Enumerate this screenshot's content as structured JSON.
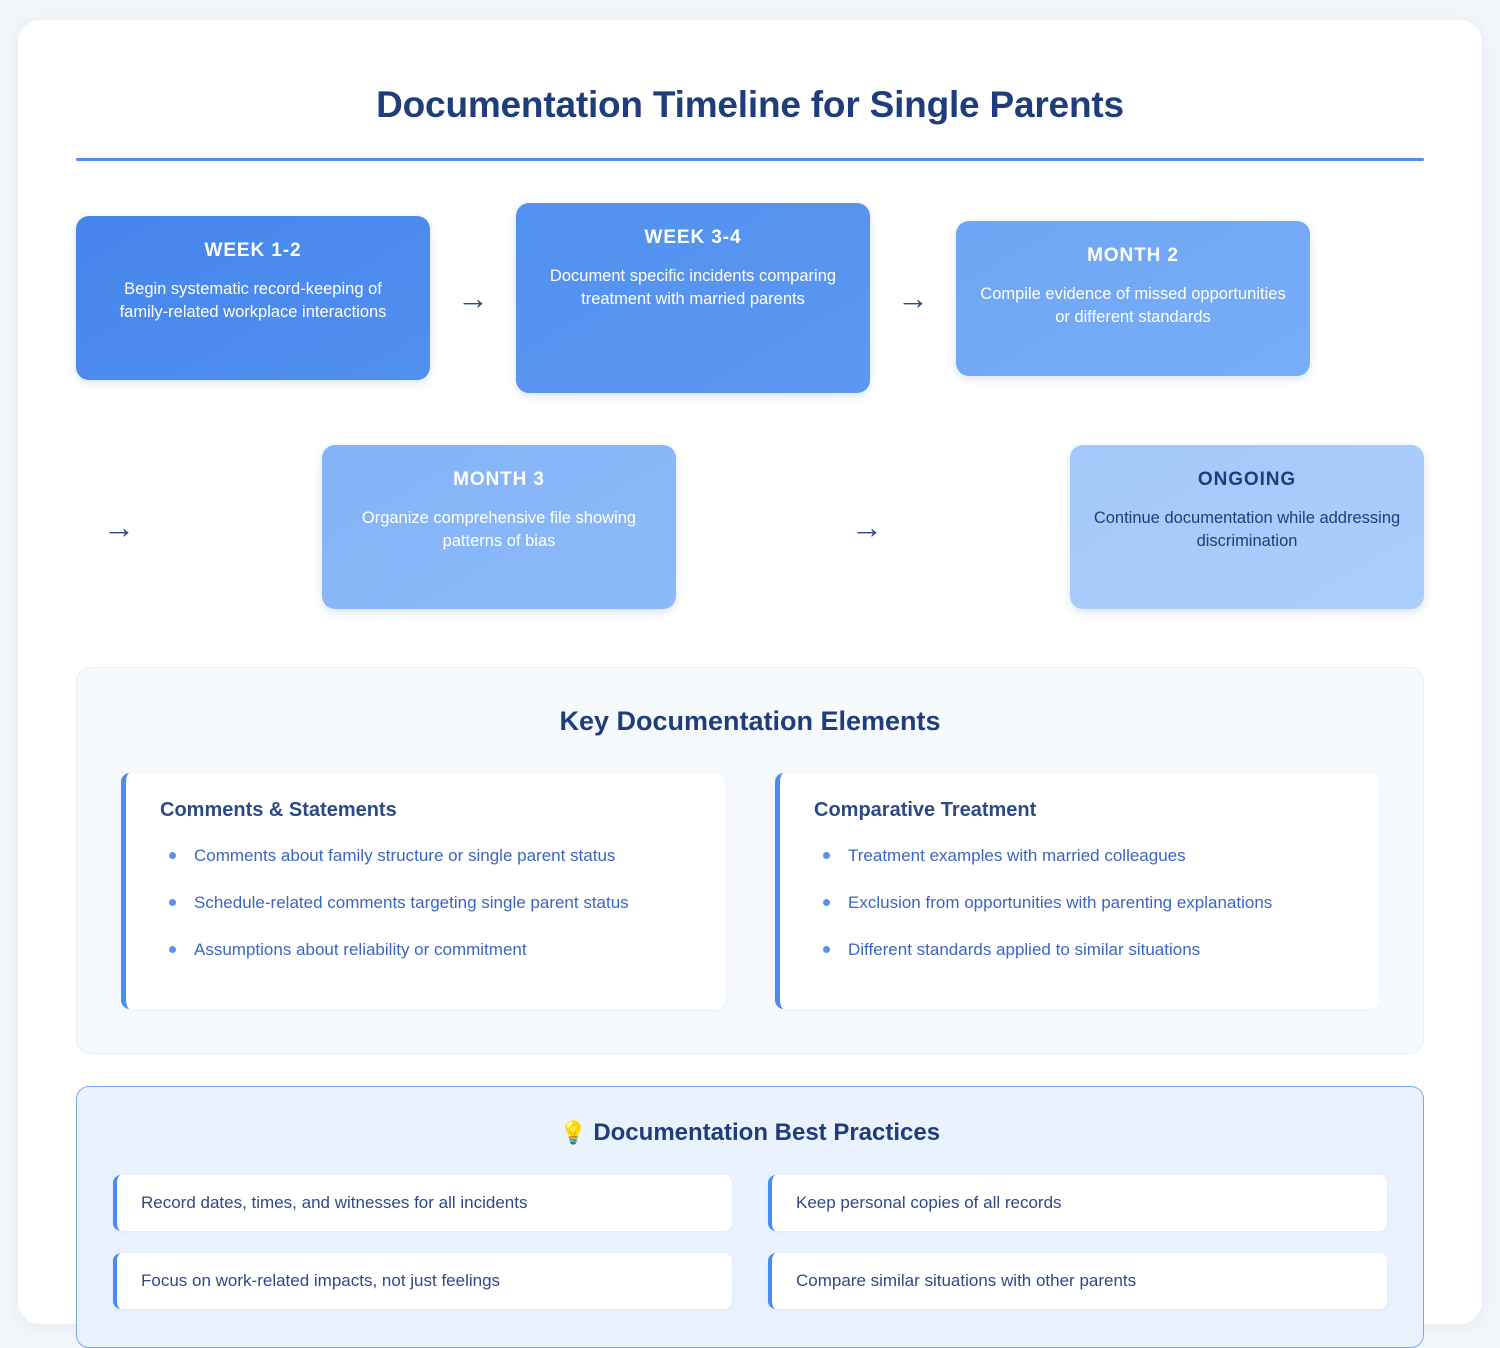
{
  "page": {
    "title": "Documentation Timeline for Single Parents",
    "accent_color": "#4a8cf0",
    "heading_color": "#1f3d7a"
  },
  "timeline": {
    "arrow_glyph": "→",
    "steps": [
      {
        "label": "WEEK 1-2",
        "description": "Begin systematic record-keeping of family-related workplace interactions"
      },
      {
        "label": "WEEK 3-4",
        "description": "Document specific incidents comparing treatment with married parents"
      },
      {
        "label": "MONTH 2",
        "description": "Compile evidence of missed opportunities or different standards"
      },
      {
        "label": "MONTH 3",
        "description": "Organize comprehensive file showing patterns of bias"
      },
      {
        "label": "ONGOING",
        "description": "Continue documentation while addressing discrimination"
      }
    ]
  },
  "key_elements": {
    "title": "Key Documentation Elements",
    "cards": [
      {
        "heading": "Comments & Statements",
        "items": [
          "Comments about family structure or single parent status",
          "Schedule-related comments targeting single parent status",
          "Assumptions about reliability or commitment"
        ]
      },
      {
        "heading": "Comparative Treatment",
        "items": [
          "Treatment examples with married colleagues",
          "Exclusion from opportunities with parenting explanations",
          "Different standards applied to similar situations"
        ]
      }
    ]
  },
  "best_practices": {
    "icon": "💡",
    "title": "Documentation Best Practices",
    "items": [
      "Record dates, times, and witnesses for all incidents",
      "Keep personal copies of all records",
      "Focus on work-related impacts, not just feelings",
      "Compare similar situations with other parents"
    ]
  }
}
